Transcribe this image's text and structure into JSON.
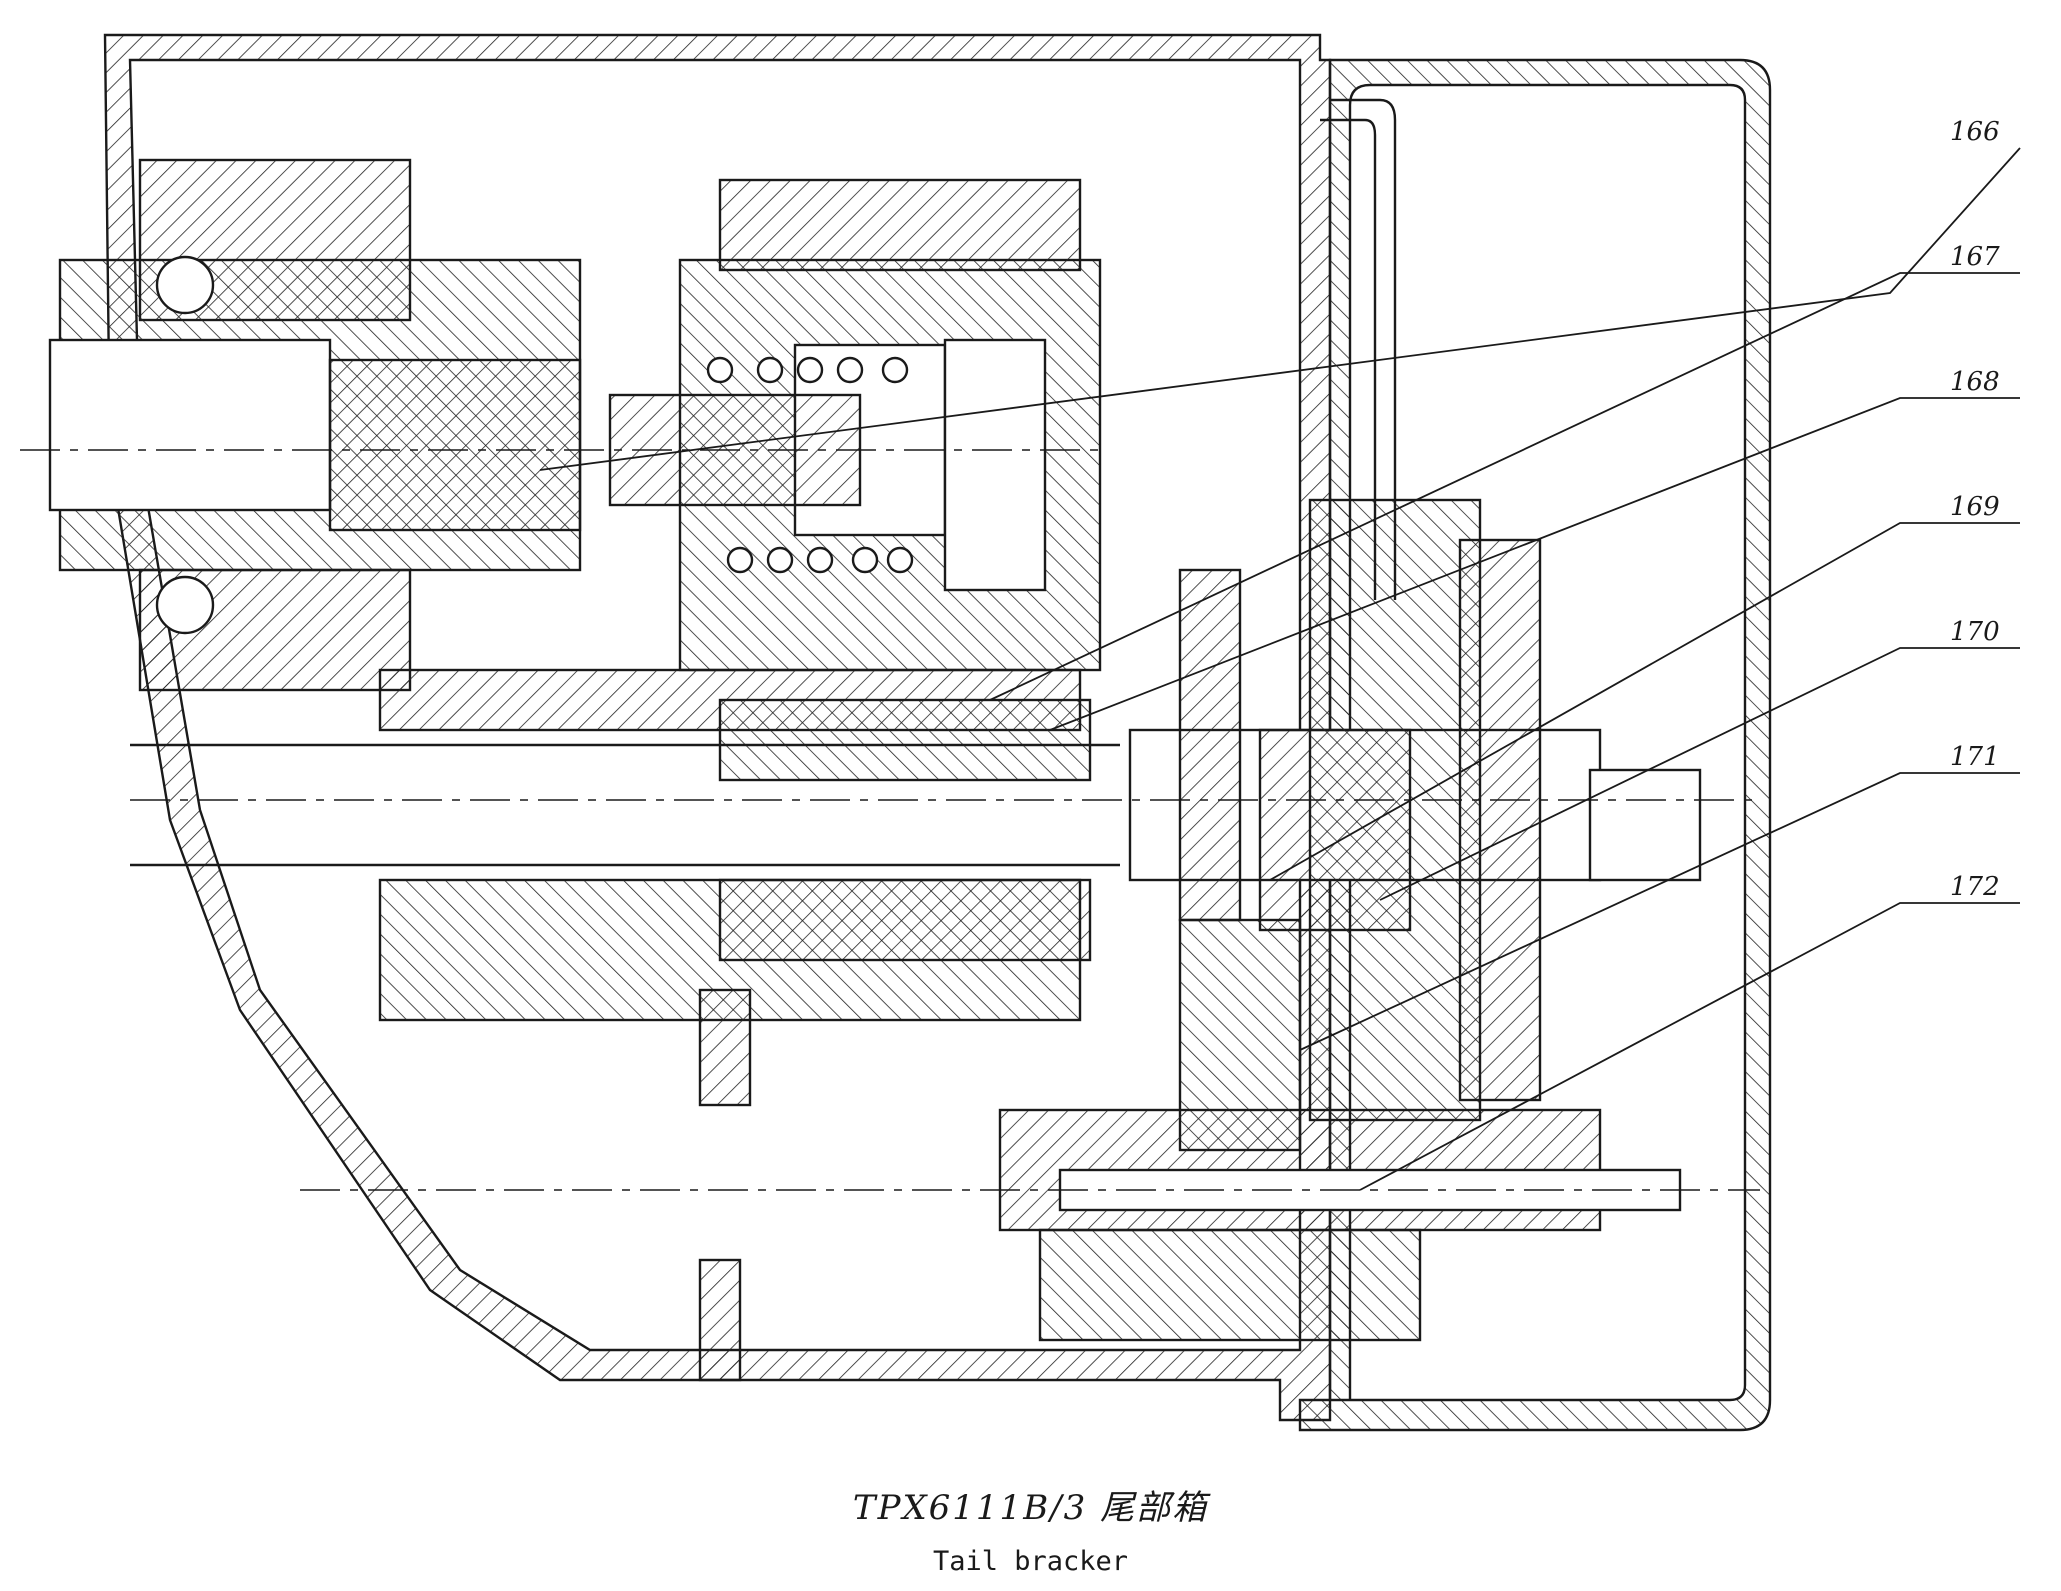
{
  "drawing": {
    "title_cn": "TPX6111B/3 尾部箱",
    "title_en": "Tail bracker",
    "callouts": [
      "166",
      "167",
      "168",
      "169",
      "170",
      "171",
      "172"
    ]
  }
}
